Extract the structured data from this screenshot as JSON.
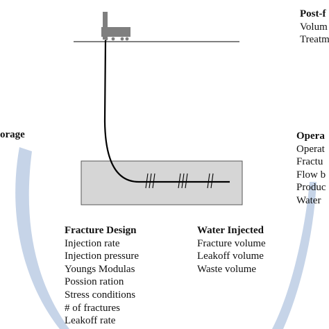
{
  "colors": {
    "arc": "#c6d4e8",
    "rig": "#7f7f7f",
    "reservoir": "#d6d6d6",
    "line": "#000000"
  },
  "post_frac": {
    "heading": "Post-f",
    "items": [
      "Volum",
      "Treatm"
    ]
  },
  "storage": {
    "heading": "orage"
  },
  "operations": {
    "heading": "Opera",
    "items": [
      "Operat",
      "Fractu",
      "Flow b",
      "Produc",
      "Water"
    ]
  },
  "fracture_design": {
    "heading": "Fracture Design",
    "items": [
      "Injection rate",
      "Injection pressure",
      "Youngs Modulas",
      "Possion ration",
      "Stress conditions",
      "# of fractures",
      "Leakoff rate"
    ]
  },
  "water_injected": {
    "heading": "Water Injected",
    "items": [
      "Fracture volume",
      "Leakoff volume",
      "Waste volume"
    ]
  }
}
